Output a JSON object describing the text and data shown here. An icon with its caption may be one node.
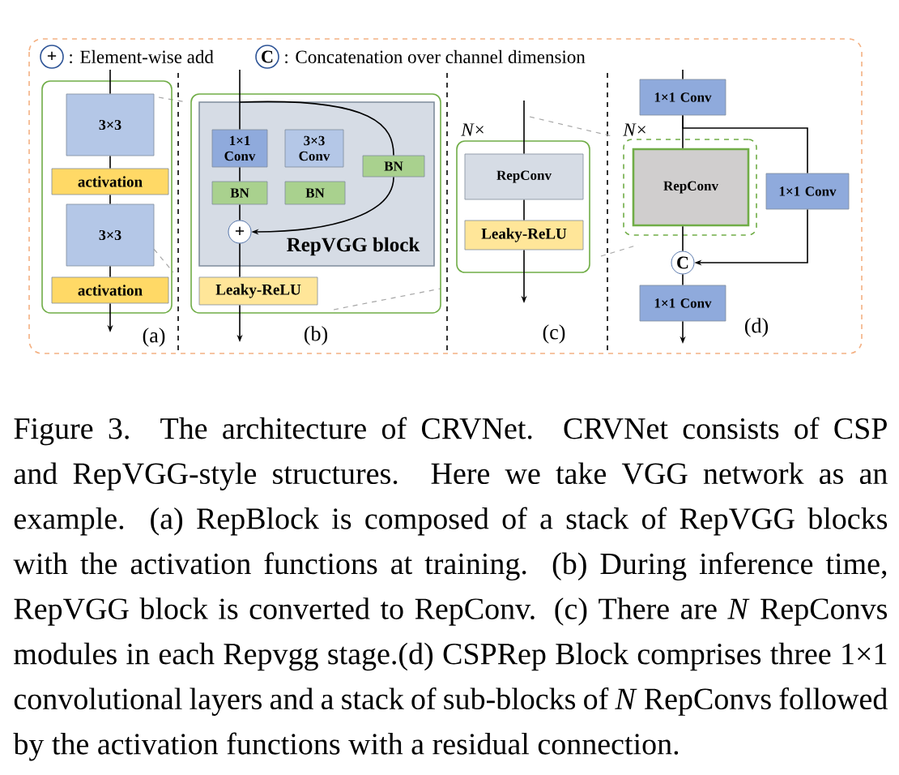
{
  "diagram": {
    "nodes": [
      {
        "text": [],
        "shape": "box"
      },
      {
        "text": [
          "3×3"
        ],
        "in": 0
      },
      {
        "text": [
          "activation"
        ],
        "in": 0
      },
      {
        "text": [
          "3×3"
        ],
        "in": 0
      },
      {
        "text": [
          "activation"
        ],
        "in": 0
      },
      {
        "text": [],
        "shape": "box"
      },
      {
        "text": [
          "RepVGG block"
        ],
        "in": 5
      },
      {
        "text": [
          "1×1 Conv"
        ],
        "in": 6
      },
      {
        "text": [
          "3×3 Conv"
        ],
        "in": 6
      },
      {
        "text": [
          "BN"
        ],
        "in": 6
      },
      {
        "text": [
          "BN"
        ],
        "in": 6
      },
      {
        "text": [
          "BN"
        ],
        "in": 6
      },
      {
        "text": [
          "+"
        ],
        "in": 6
      },
      {
        "text": [
          "Leaky-ReLU"
        ],
        "in": 5
      },
      {
        "text": [],
        "shape": "box"
      },
      {
        "text": [
          "RepConv"
        ],
        "in": 14
      },
      {
        "text": [
          "Leaky-ReLU"
        ],
        "in": 14
      },
      {
        "text": [
          "1×1 Conv"
        ]
      },
      {
        "text": [],
        "shape": "box"
      },
      {
        "text": [
          "RepConv"
        ],
        "in": 18
      },
      {
        "text": [
          "1×1 Conv"
        ]
      },
      {
        "text": [
          "C"
        ]
      },
      {
        "text": [
          "1×1 Conv"
        ]
      }
    ],
    "edges": [
      {
        "from": null,
        "to": 1,
        "arrow": "none"
      },
      {
        "from": 1,
        "to": 2,
        "arrow": "none"
      },
      {
        "from": 2,
        "to": 3,
        "arrow": "none"
      },
      {
        "from": 3,
        "to": 4,
        "arrow": "none"
      },
      {
        "from": 4,
        "to": null,
        "arrow": "to"
      },
      {
        "from": null,
        "to": 7,
        "arrow": "none"
      },
      {
        "from": 7,
        "to": 10,
        "arrow": "none"
      },
      {
        "from": 10,
        "to": 12,
        "arrow": "none"
      },
      {
        "from": null,
        "to": 9,
        "arrow": "none"
      },
      {
        "from": 9,
        "to": 12,
        "arrow": "to"
      },
      {
        "from": 12,
        "to": 13,
        "arrow": "none"
      },
      {
        "from": 13,
        "to": null,
        "arrow": "to"
      },
      {
        "from": null,
        "to": 15,
        "arrow": "none"
      },
      {
        "from": 15,
        "to": 16,
        "arrow": "none"
      },
      {
        "from": 16,
        "to": null,
        "arrow": "to"
      },
      {
        "from": null,
        "to": 17,
        "arrow": "none"
      },
      {
        "from": 17,
        "to": 19,
        "arrow": "none"
      },
      {
        "from": 17,
        "to": 20,
        "arrow": "none"
      },
      {
        "from": 20,
        "to": 21,
        "arrow": "to"
      },
      {
        "from": 19,
        "to": 21,
        "arrow": "none"
      },
      {
        "from": 21,
        "to": 22,
        "arrow": "none"
      },
      {
        "from": 22,
        "to": null,
        "arrow": "to"
      }
    ],
    "labels": [
      "+",
      "C",
      "*N*×",
      "*N*×",
      "(a)",
      "(b)",
      "(c)",
      "(d)"
    ],
    "legend": [
      {
        "text": ": Element-wise add"
      },
      {
        "text": ": Concatenation over channel dimension"
      }
    ],
    "caption": "Figure 3. The architecture of CRVNet. CRVNet consists of CSP and RepVGG-style structures. Here we take VGG network as an example. (a) RepBlock is composed of a stack of RepVGG blocks with the activation functions at training. (b) During inference time, RepVGG block is converted to RepConv. (c) There are *N* RepConvs modules in each Repvgg stage.(d) CSPRep Block comprises three 1×1 convolutional layers and a stack of sub-blocks of *N* RepConvs followed by the activation functions with a residual connection."
  }
}
